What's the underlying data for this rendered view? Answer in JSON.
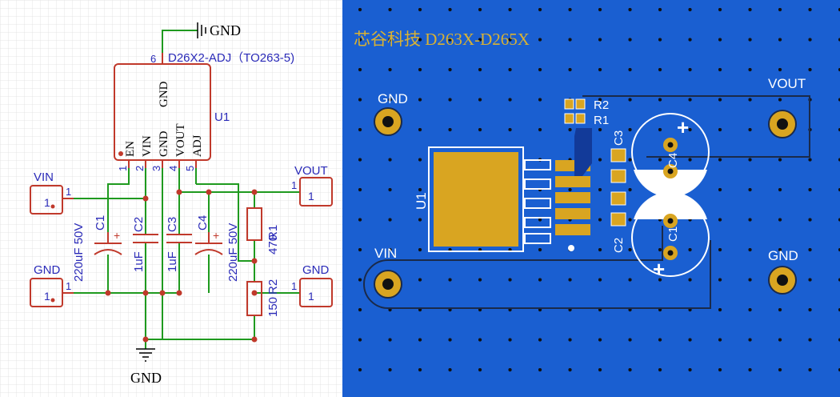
{
  "schematic": {
    "gnd_top_label": "GND",
    "gnd_bottom_label": "GND",
    "ic": {
      "designator": "U1",
      "part_name": "D26X2-ADJ（TO263-5)",
      "pin6_number": "6",
      "pin6_name": "GND",
      "pin_names": [
        "EN",
        "VIN",
        "GND",
        "VOUT",
        "ADJ"
      ],
      "pin_numbers": [
        "1",
        "2",
        "3",
        "4",
        "5"
      ]
    },
    "connectors": [
      {
        "label": "VIN",
        "pin": "1"
      },
      {
        "label": "GND",
        "pin": "1"
      },
      {
        "label": "VOUT",
        "pin": "1"
      },
      {
        "label": "GND",
        "pin": "1"
      }
    ],
    "capacitors": [
      {
        "designator": "C1",
        "value": "220uF 50V",
        "polarized": true
      },
      {
        "designator": "C2",
        "value": "1uF",
        "polarized": false
      },
      {
        "designator": "C3",
        "value": "1uF",
        "polarized": false
      },
      {
        "designator": "C4",
        "value": "220uF 50V",
        "polarized": true
      }
    ],
    "resistors": [
      {
        "designator": "R1",
        "value": "470"
      },
      {
        "designator": "R2",
        "value": "150"
      }
    ],
    "colors": {
      "wire": "#1f9a1f",
      "component": "#c0392b",
      "text": "#2a2ab8",
      "junction": "#c0392b"
    }
  },
  "pcb": {
    "title": "芯谷科技 D263X-D265X",
    "labels": {
      "gnd_left": "GND",
      "vin": "VIN",
      "vout": "VOUT",
      "gnd_right": "GND",
      "u1": "U1",
      "r1": "R1",
      "r2": "R2",
      "c1": "C1",
      "c2": "C2",
      "c3": "C3",
      "c4": "C4",
      "plus": "+"
    },
    "colors": {
      "board": "#1a5fd1",
      "copper": "#d9a521",
      "silk": "#ffffff",
      "title": "#d9b233",
      "outline": "#1a2a4a"
    }
  }
}
